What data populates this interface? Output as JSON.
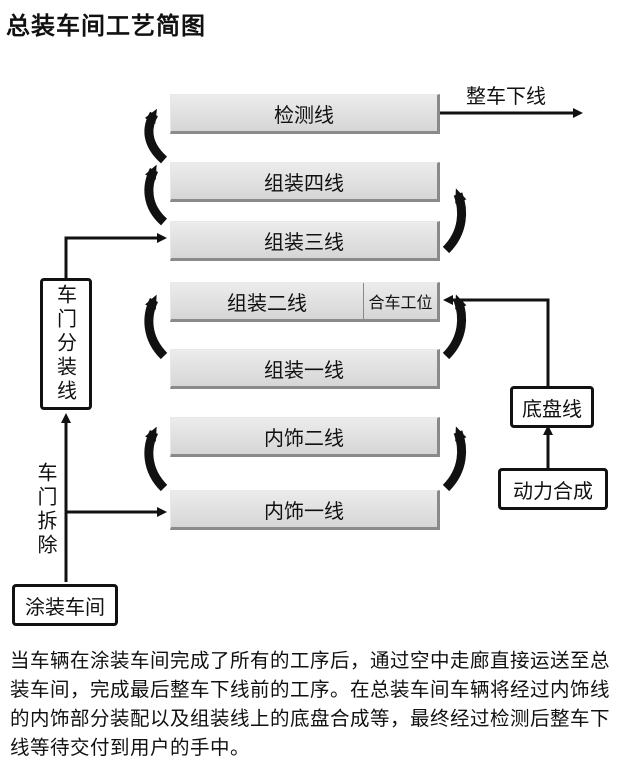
{
  "title": "总装车间工艺简图",
  "lines": {
    "inspection": "检测线",
    "assembly4": "组装四线",
    "assembly3": "组装三线",
    "assembly2": "组装二线",
    "merge_station": "合车工位",
    "assembly1": "组装一线",
    "interior2": "内饰二线",
    "interior1": "内饰一线"
  },
  "exit_label": "整车下线",
  "door_subassembly": "车门分装线",
  "door_removal": "车门拆除",
  "paint_shop": "涂装车间",
  "chassis_line": "底盘线",
  "powertrain": "动力合成",
  "description": "当车辆在涂装车间完成了所有的工序后，通过空中走廊直接运送至总装车间，完成最后整车下线前的工序。在总装车间车辆将经过内饰线的内饰部分装配以及组装线上的底盘合成等，最终经过检测后整车下线等待交付到用户的手中。"
}
